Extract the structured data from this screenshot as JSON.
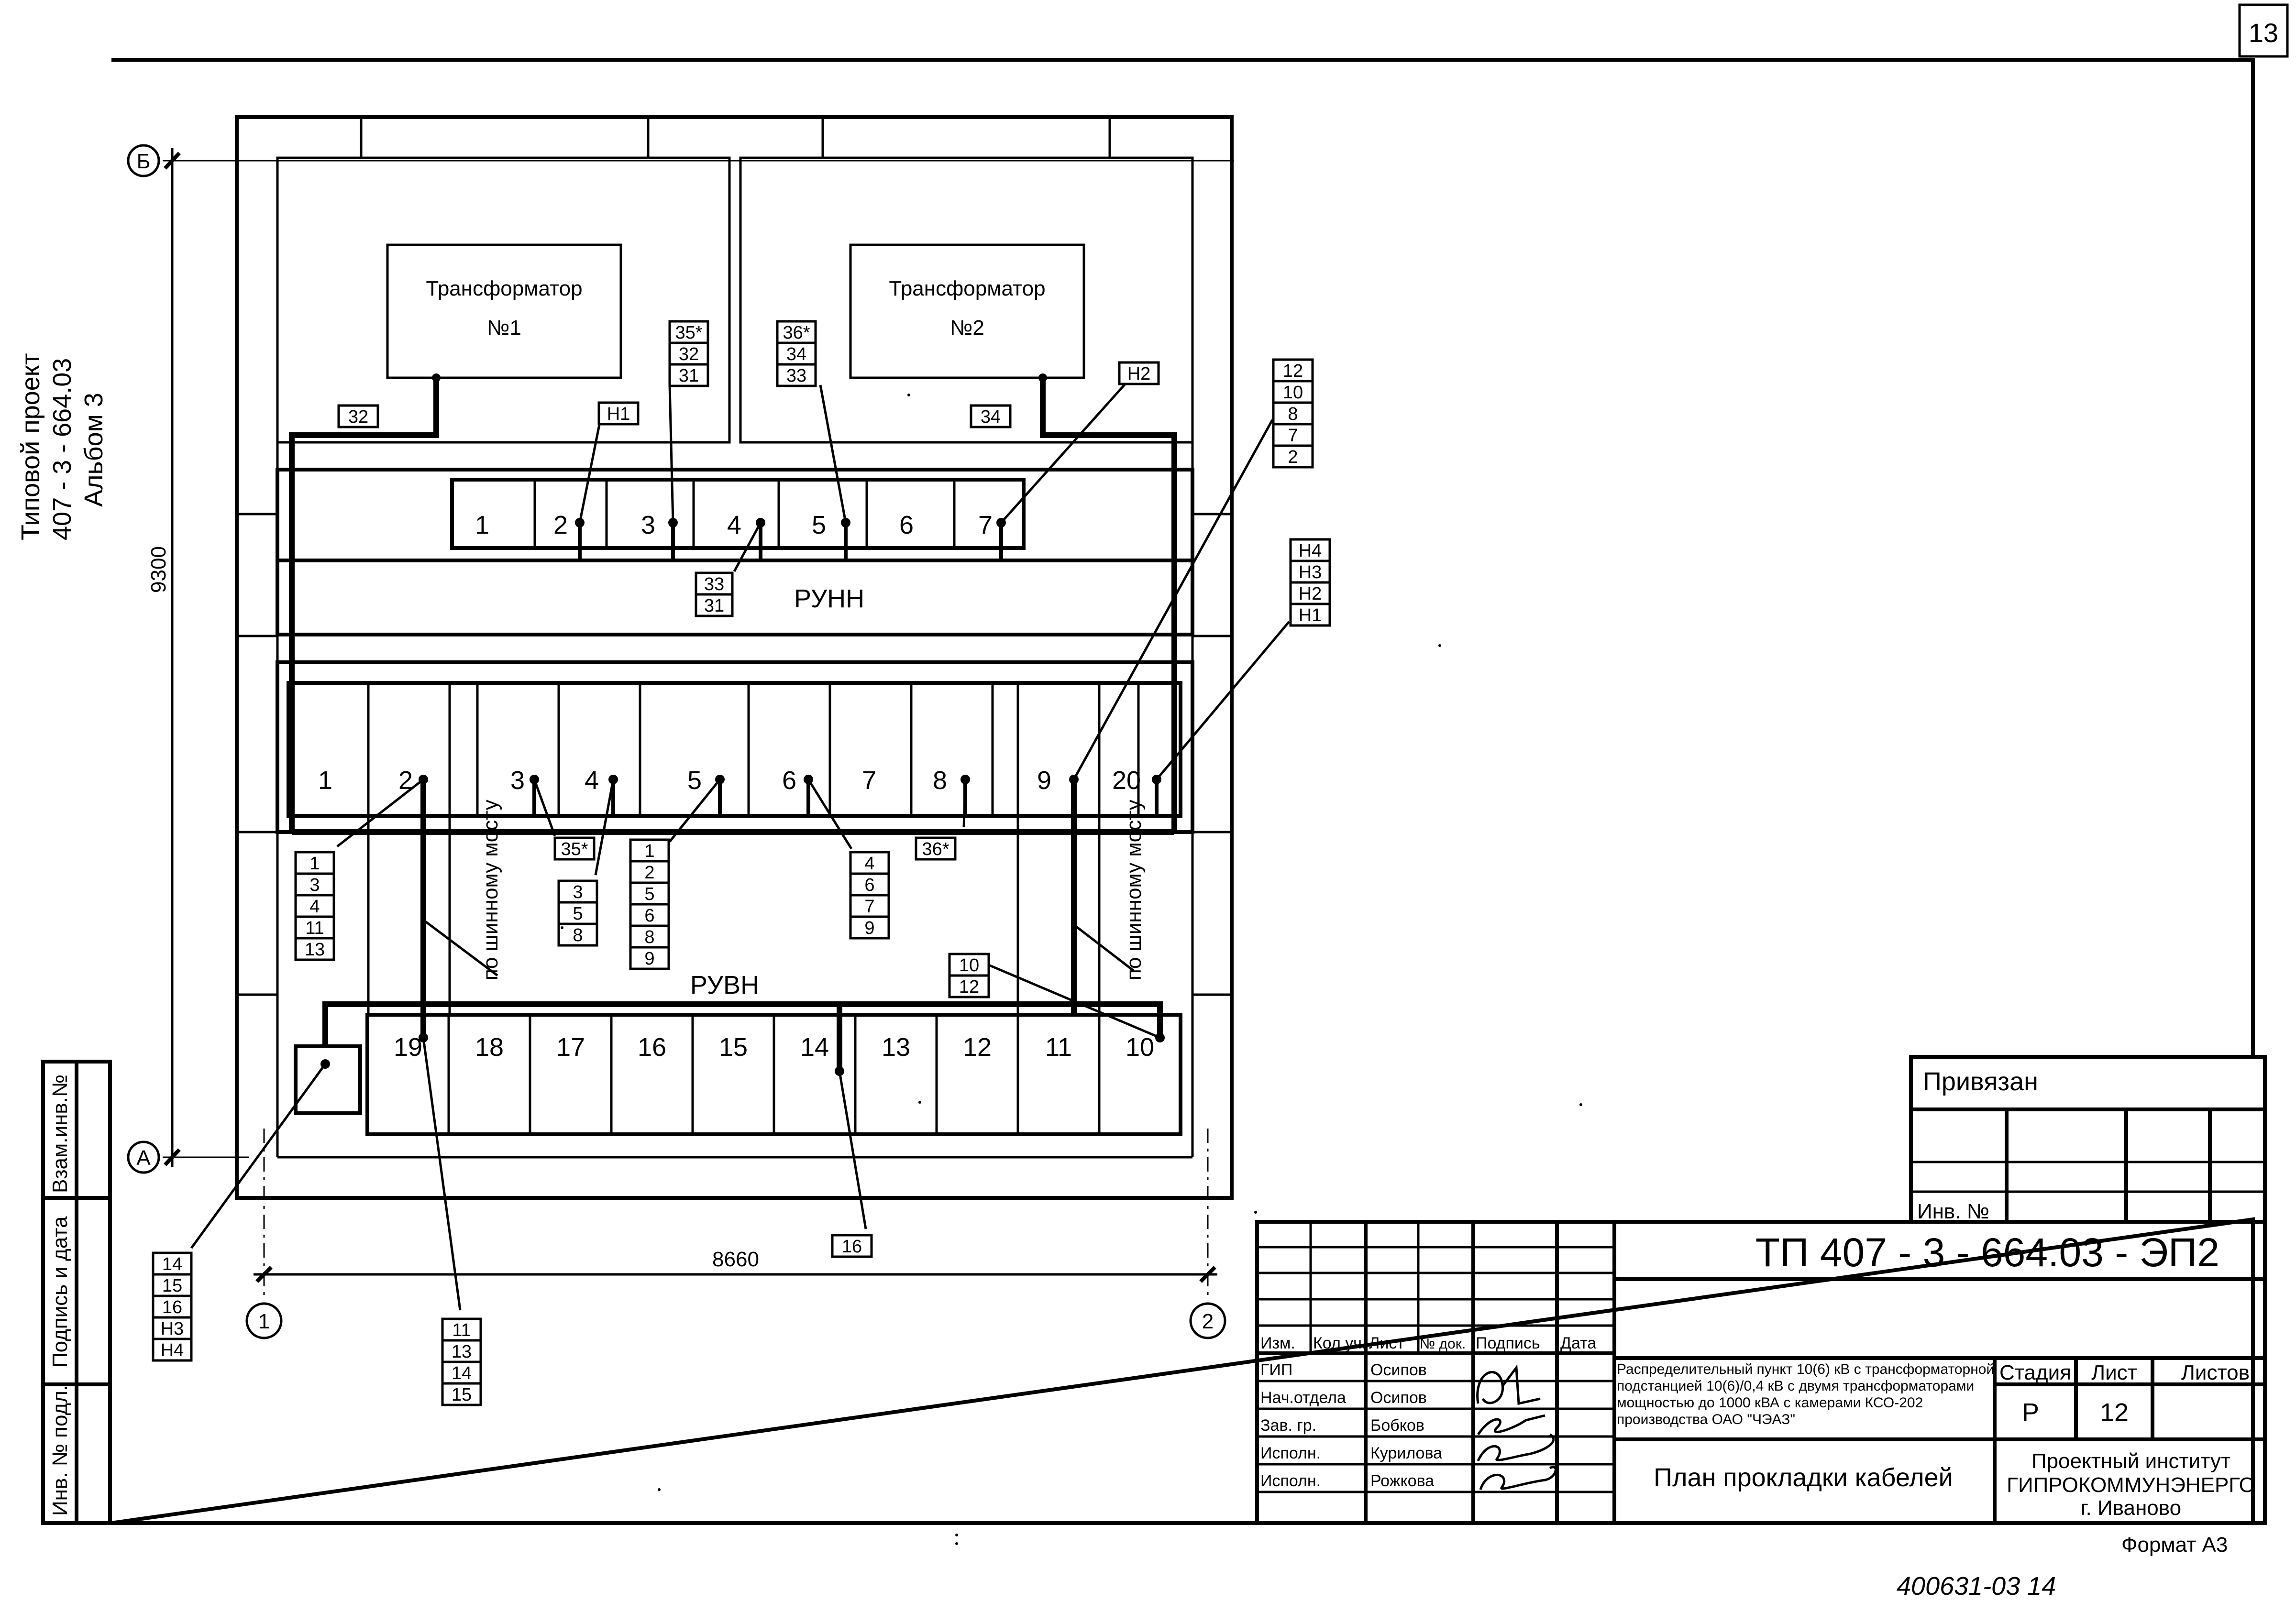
{
  "sheet_number": "13",
  "side_header": {
    "line1": "Типовой проект",
    "line2": "407 - 3 - 664.03",
    "line3": "Альбом 3"
  },
  "axes": {
    "b": "Б",
    "a": "А",
    "n1": "1",
    "n2": "2"
  },
  "dims": {
    "height": "9300",
    "width": "8660"
  },
  "transformers": [
    {
      "name": "Трансформатор",
      "number": "№1"
    },
    {
      "name": "Трансформатор",
      "number": "№2"
    }
  ],
  "runn": {
    "label": "РУНН",
    "cells": [
      "1",
      "2",
      "3",
      "4",
      "5",
      "6",
      "7"
    ]
  },
  "ruvn": {
    "label": "РУВН",
    "top_cells": [
      "1",
      "2",
      "3",
      "4",
      "5",
      "6",
      "7",
      "8",
      "9",
      "20"
    ],
    "bottom_cells": [
      "19",
      "18",
      "17",
      "16",
      "15",
      "14",
      "13",
      "12",
      "11",
      "10"
    ]
  },
  "busway": "по шинному мосту",
  "tags": {
    "t32": [
      "32"
    ],
    "t34": [
      "34"
    ],
    "tH1": [
      "Н1"
    ],
    "tH2": [
      "Н2"
    ],
    "t35": [
      "35*",
      "32",
      "31"
    ],
    "t36": [
      "36*",
      "34",
      "33"
    ],
    "t3331": [
      "33",
      "31"
    ],
    "t12": [
      "12",
      "10",
      "8",
      "7",
      "2"
    ],
    "tH": [
      "Н4",
      "Н3",
      "Н2",
      "Н1"
    ],
    "c2": [
      "1",
      "3",
      "4",
      "11",
      "13"
    ],
    "c35": [
      "35*"
    ],
    "c4": [
      "3",
      "5",
      "8"
    ],
    "c5": [
      "1",
      "2",
      "5",
      "6",
      "8",
      "9"
    ],
    "c6": [
      "4",
      "6",
      "7",
      "9"
    ],
    "c36": [
      "36*"
    ],
    "c10": [
      "10",
      "12"
    ],
    "c16": [
      "16"
    ],
    "c14": [
      "14",
      "15",
      "16",
      "Н3",
      "Н4"
    ],
    "c11": [
      "11",
      "13",
      "14",
      "15"
    ]
  },
  "stamp": {
    "attached": "Привязан",
    "inv_no": "Инв. №",
    "left_stamp": [
      "Взам.инв.№",
      "Подпись и дата",
      "Инв. № подл."
    ],
    "code": "ТП  407 - 3 - 664.03 - ЭП2",
    "headers": [
      "Изм.",
      "Кол.уч.",
      "Лист",
      "№ док.",
      "Подпись",
      "Дата"
    ],
    "roles": [
      "ГИП",
      "Нач.отдела",
      "Зав. гр.",
      "Исполн.",
      "Исполн."
    ],
    "names": [
      "Осипов",
      "Осипов",
      "Бобков",
      "Курилова",
      "Рожкова"
    ],
    "desc": [
      "Распределительный пункт 10(6) кВ с трансформаторной",
      "подстанцией 10(6)/0,4 кВ с двумя трансформаторами",
      "мощностью до 1000 кВА с камерами КСО-202",
      "производства ОАО \"ЧЭАЗ\""
    ],
    "stage_h": "Стадия",
    "sheet_h": "Лист",
    "sheets_h": "Листов",
    "stage": "Р",
    "sheet": "12",
    "title": "План  прокладки кабелей",
    "org": [
      "Проектный институт",
      "ГИПРОКОММУНЭНЕРГО",
      "г. Иваново"
    ],
    "format": "Формат А3",
    "handwritten": "400631-03   14"
  }
}
